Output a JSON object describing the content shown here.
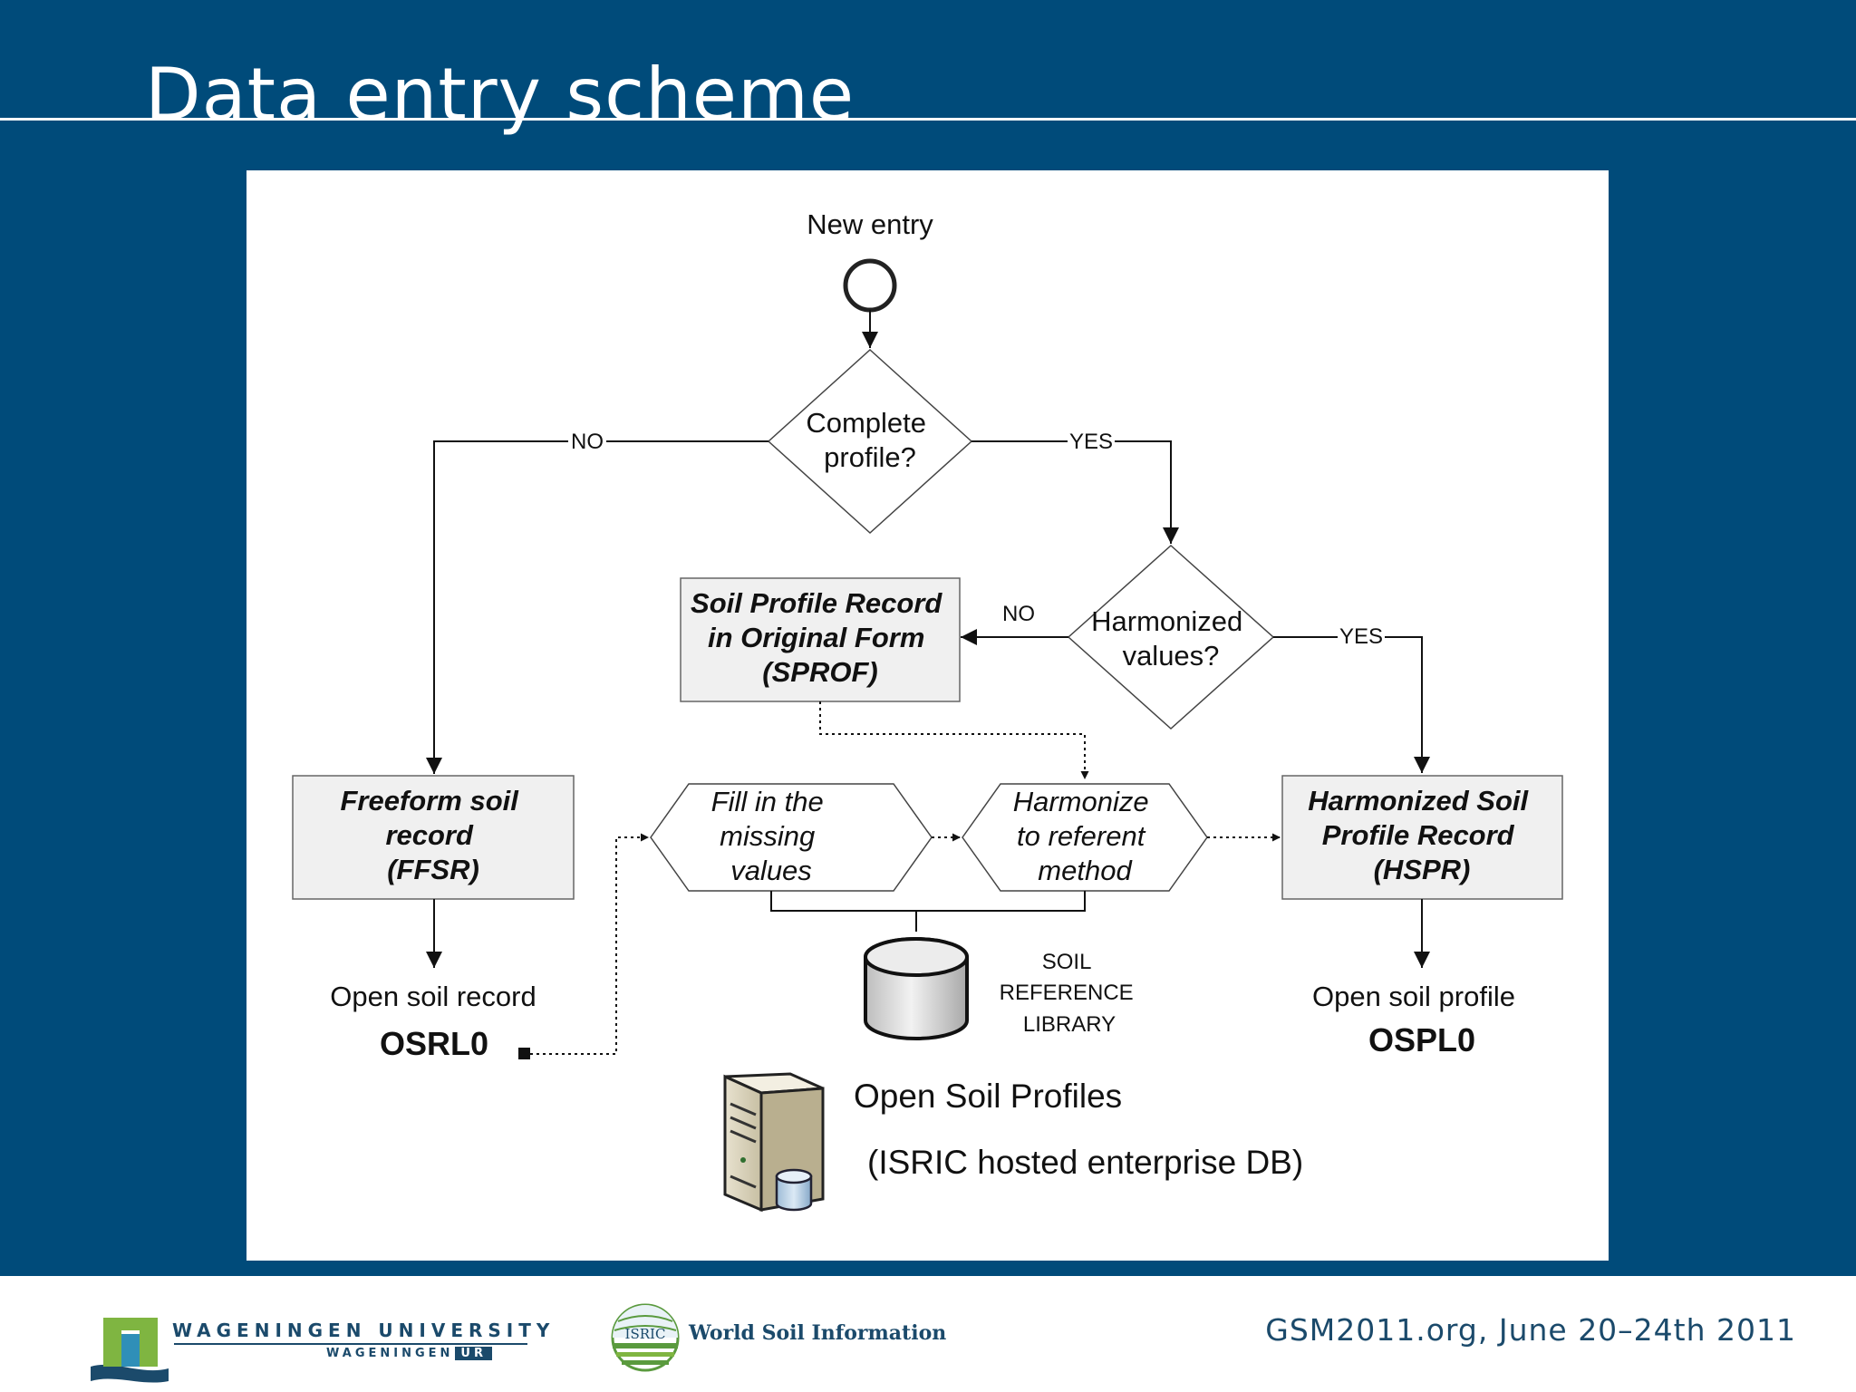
{
  "slide": {
    "title": "Data entry scheme"
  },
  "diagram": {
    "start_label": "New entry",
    "decision_complete": [
      "Complete",
      "profile?"
    ],
    "decision_harmonized": [
      "Harmonized",
      "values?"
    ],
    "edge_no_1": "NO",
    "edge_yes_1": "YES",
    "edge_no_2": "NO",
    "edge_yes_2": "YES",
    "box_sprof": [
      "Soil Profile Record",
      "in Original Form",
      "(SPROF)"
    ],
    "box_ffsr": [
      "Freeform soil",
      "record",
      "(FFSR)"
    ],
    "box_hspr": [
      "Harmonized Soil",
      "Profile Record",
      "(HSPR)"
    ],
    "step_fill": [
      "Fill in the",
      "missing",
      "values"
    ],
    "step_harmonize": [
      "Harmonize",
      "to referent",
      "method"
    ],
    "library_label": [
      "SOIL",
      "REFERENCE",
      "LIBRARY"
    ],
    "open_soil_record": "Open soil record",
    "osrl_code": "OSRL0",
    "open_soil_profile": "Open soil profile",
    "ospl_code": "OSPL0",
    "db_title": "Open Soil Profiles",
    "db_subtitle": "(ISRIC hosted enterprise DB)"
  },
  "footer": {
    "wur_name": "WAGENINGEN UNIVERSITY",
    "wur_sub_prefix": "WAGENINGEN",
    "wur_sub_ur": "UR",
    "isric_emblem_text": "ISRIC",
    "isric_text": "World Soil Information",
    "event": "GSM2011.org, June 20–24th 2011"
  }
}
